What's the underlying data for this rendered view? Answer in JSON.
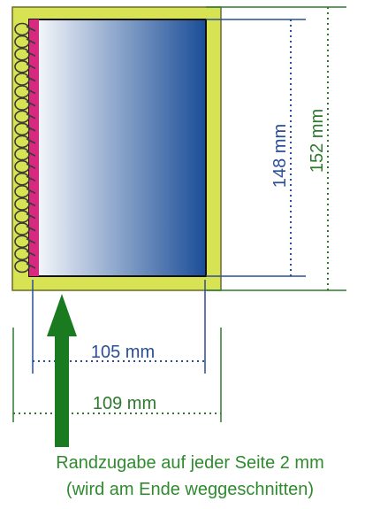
{
  "labels": {
    "inner_width": "105 mm",
    "outer_width": "109 mm",
    "inner_height": "148 mm",
    "outer_height": "152 mm"
  },
  "caption": {
    "line1": "Randzugabe auf jeder Seite 2 mm",
    "line2": "(wird am Ende weggeschnitten)"
  },
  "colors": {
    "bleed_area": "#d8e354",
    "page_gradient_start": "#ffffff",
    "page_gradient_end": "#1a4d97",
    "binding_strip": "#d6297f",
    "spiral": "#3a3a3a",
    "inner_dimension": "#2a4e97",
    "outer_dimension": "#2e7a2e",
    "arrow": "#197a1f",
    "caption_text": "#2e8b2e"
  },
  "icons": {
    "binding": "spiral-binding-icon",
    "arrow": "arrow-up-icon"
  }
}
